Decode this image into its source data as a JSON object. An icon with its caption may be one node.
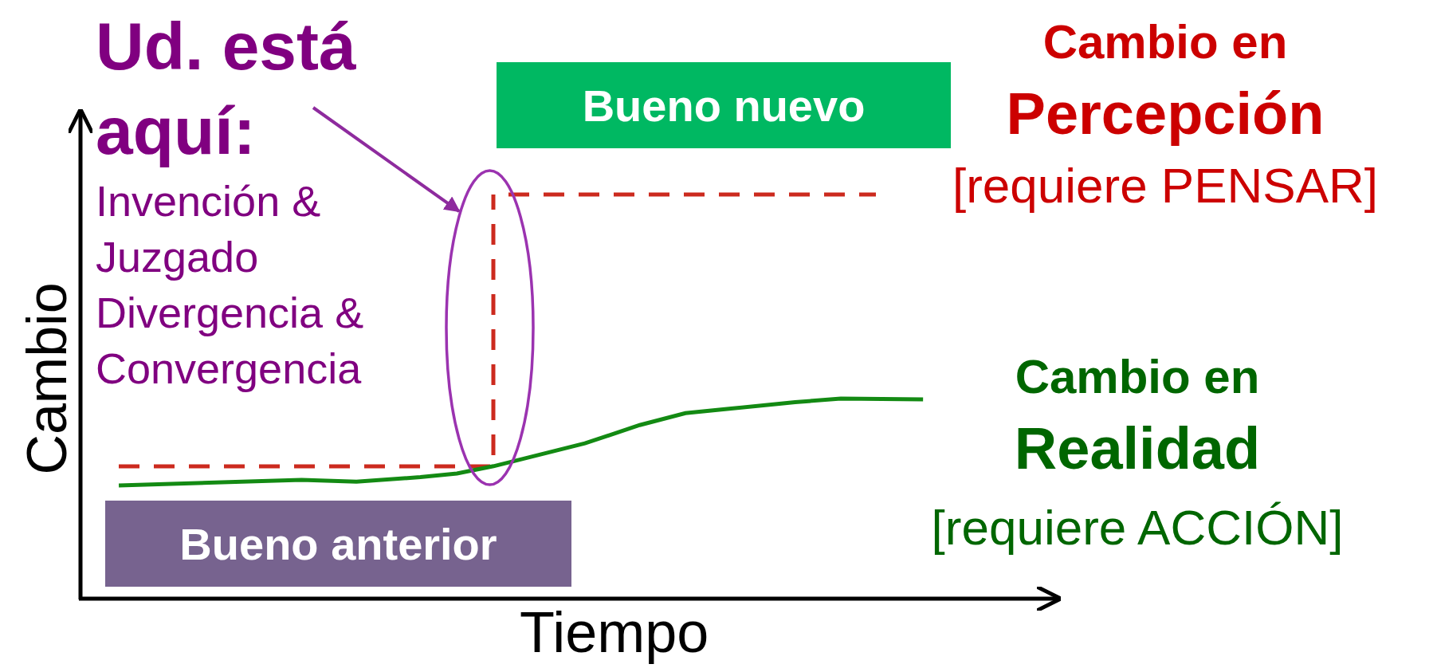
{
  "diagram": {
    "nodes": [
      {
        "text": [
          "Ud. está aquí:",
          "Invención & Juzgado",
          "Divergencia & Convergencia"
        ]
      },
      {
        "text": [],
        "shape": "ellipse"
      },
      {
        "text": [
          "Bueno nuevo"
        ]
      },
      {
        "text": [
          "Bueno anterior"
        ]
      }
    ],
    "edges": [
      {
        "from": 0,
        "to": 1,
        "arrow": "to",
        "color": "#8e2b9e"
      }
    ],
    "labels": [
      "Cambio",
      "Tiempo",
      "Cambio en",
      "Percepción",
      "[requiere PENSAR]",
      "Cambio en",
      "Realidad",
      "[requiere ACCIÓN]"
    ]
  }
}
